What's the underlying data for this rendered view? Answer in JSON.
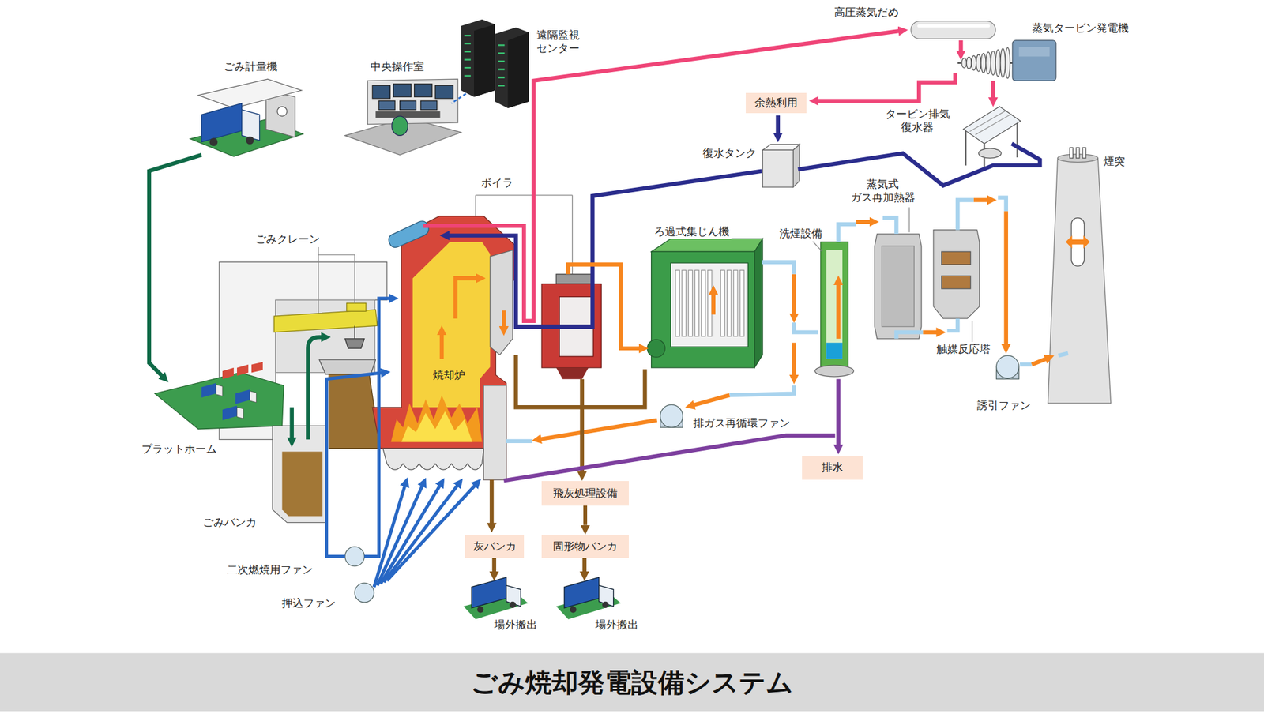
{
  "diagram": {
    "title": "ごみ焼却発電設備システム",
    "nodes": [
      {
        "text": [
          "余熱利用"
        ]
      },
      {
        "text": [
          "排水"
        ]
      },
      {
        "text": [
          "飛灰処理設備"
        ]
      },
      {
        "text": [
          "灰バンカ"
        ]
      },
      {
        "text": [
          "固形物バンカ"
        ]
      }
    ],
    "edges": [
      {
        "from": 2,
        "to": 4,
        "arrow": "to"
      }
    ],
    "labels": [
      "高圧蒸気だめ",
      "蒸気タービン発電機",
      "遠隔監視 センター",
      "ごみ計量機",
      "中央操作室",
      "タービン排気 復水器",
      "復水タンク",
      "煙突",
      "ボイラ",
      "蒸気式 ガス再加熱器",
      "ろ過式集じん機",
      "洗煙設備",
      "ごみクレーン",
      "触媒反応塔",
      "焼却炉",
      "誘引ファン",
      "排ガス再循環ファン",
      "プラットホーム",
      "ごみバンカ",
      "二次燃焼用ファン",
      "押込ファン",
      "場外搬出",
      "場外搬出"
    ]
  }
}
